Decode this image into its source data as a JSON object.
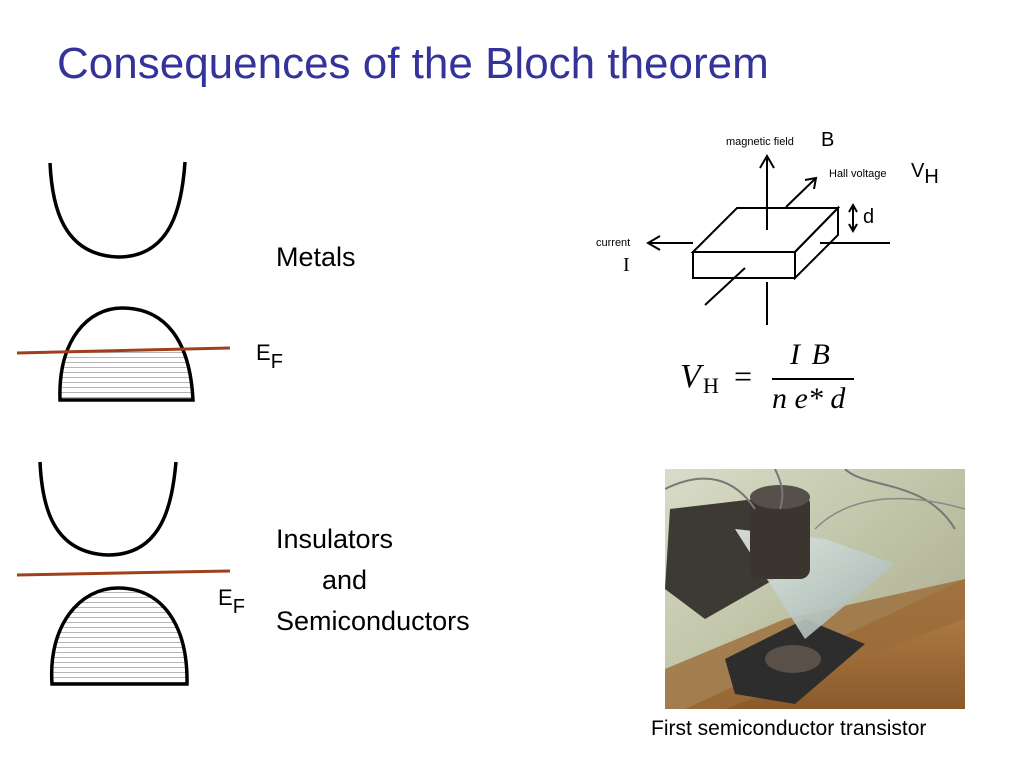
{
  "slide": {
    "title": "Consequences of the Bloch theorem",
    "metals_label": "Metals",
    "insulators_label_line1": "Insulators",
    "insulators_label_line2": "and",
    "insulators_label_line3": "Semiconductors",
    "fermi_symbol": "E",
    "fermi_subscript": "F"
  },
  "hall_diagram": {
    "magnetic_field_label": "magnetic field",
    "b_symbol": "B",
    "hall_voltage_label": "Hall voltage",
    "vh_symbol": "V",
    "vh_subscript": "H",
    "thickness_symbol": "d",
    "current_label": "current",
    "current_symbol": "I"
  },
  "formula": {
    "lhs": "V",
    "lhs_sub": "H",
    "equals": "=",
    "numerator": "I B",
    "denominator": "n e* d"
  },
  "photo": {
    "caption": "First semiconductor transistor"
  },
  "colors": {
    "title": "#333399",
    "fermi_line": "#a0401a",
    "hatch": "#b5b5b5"
  }
}
